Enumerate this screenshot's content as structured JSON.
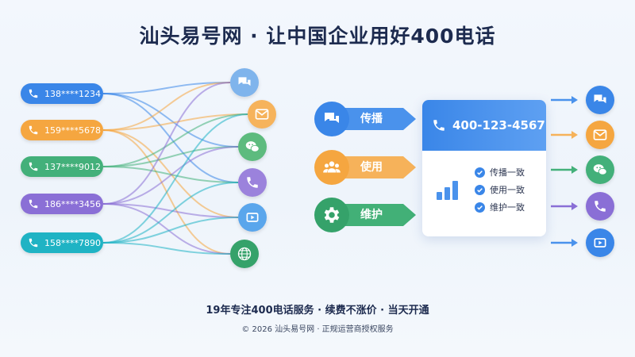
{
  "title": "汕头易号网 · 让中国企业用好400电话",
  "phones": [
    {
      "number": "138****1234",
      "color": "#3a86e8"
    },
    {
      "number": "159****5678",
      "color": "#f5a640"
    },
    {
      "number": "137****9012",
      "color": "#43b07a"
    },
    {
      "number": "186****3456",
      "color": "#8a6fd6"
    },
    {
      "number": "158****7890",
      "color": "#1fb3c4"
    }
  ],
  "channels": [
    {
      "icon": "chat-icon",
      "color": "#7fb4ec"
    },
    {
      "icon": "mail-icon",
      "color": "#f6b35c"
    },
    {
      "icon": "wechat-icon",
      "color": "#5dbb7e"
    },
    {
      "icon": "phone-icon",
      "color": "#9b82dc"
    },
    {
      "icon": "video-icon",
      "color": "#5aa6ec"
    },
    {
      "icon": "globe-icon",
      "color": "#35a26a"
    }
  ],
  "actions": [
    {
      "label": "传播",
      "color": "#3a86e8",
      "arrow_color": "#4a92ec"
    },
    {
      "label": "使用",
      "color": "#f5a640",
      "arrow_color": "#f6b25a"
    },
    {
      "label": "维护",
      "color": "#35a26a",
      "arrow_color": "#42b077"
    }
  ],
  "card": {
    "hotline": "400-123-4567",
    "checks": [
      "传播一致",
      "使用一致",
      "维护一致"
    ]
  },
  "outputs": [
    {
      "icon": "chat-icon",
      "color": "#3a86e8"
    },
    {
      "icon": "mail-icon",
      "color": "#f5a640"
    },
    {
      "icon": "wechat-icon",
      "color": "#43b07a"
    },
    {
      "icon": "phone-icon",
      "color": "#8a6fd6"
    },
    {
      "icon": "video-icon",
      "color": "#3a86e8"
    }
  ],
  "tagline": "19年专注400电话服务 · 续费不涨价 · 当天开通",
  "footer": "© 2026 汕头易号网 · 正规运营商授权服务"
}
